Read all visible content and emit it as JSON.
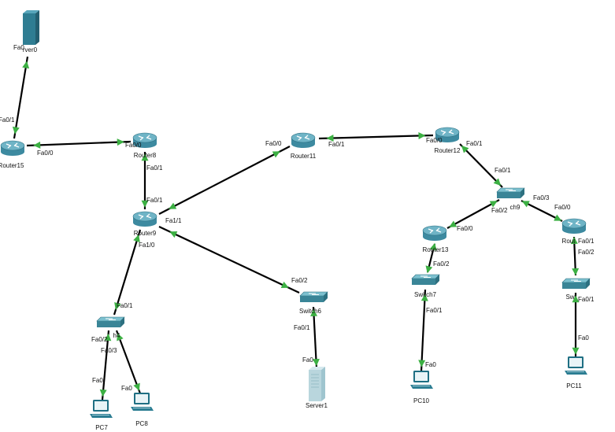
{
  "canvas": {
    "background": "#ffffff"
  },
  "colors": {
    "router_body": "#3d8aa0",
    "router_top": "#6fb4c6",
    "switch_body": "#3a8597",
    "switch_top": "#7cc0cf",
    "server_dark": "#2f7d92",
    "server_light": "#b9d6dd",
    "pc_body": "#1f6f83",
    "link_up": "#3cb043"
  },
  "devices": [
    {
      "id": "router15",
      "name": "Router15",
      "type": "router"
    },
    {
      "id": "router8",
      "name": "Router8",
      "type": "router"
    },
    {
      "id": "router9",
      "name": "Router9",
      "type": "router"
    },
    {
      "id": "router11",
      "name": "Router11",
      "type": "router"
    },
    {
      "id": "router12",
      "name": "Router12",
      "type": "router"
    },
    {
      "id": "router13",
      "name": "Router13",
      "type": "router"
    },
    {
      "id": "router14",
      "name": "Rout",
      "type": "router"
    },
    {
      "id": "switch4",
      "name": "h4",
      "type": "switch"
    },
    {
      "id": "switch6",
      "name": "Switch6",
      "type": "switch"
    },
    {
      "id": "switch7",
      "name": "Switch7",
      "type": "switch"
    },
    {
      "id": "switch9",
      "name": "ch9",
      "type": "switch"
    },
    {
      "id": "switch10",
      "name": "Sw",
      "type": "switch"
    },
    {
      "id": "server0",
      "name": "rver0",
      "type": "server-dark"
    },
    {
      "id": "server1",
      "name": "Server1",
      "type": "server-light"
    },
    {
      "id": "pc7",
      "name": "PC7",
      "type": "pc"
    },
    {
      "id": "pc8",
      "name": "PC8",
      "type": "pc"
    },
    {
      "id": "pc10",
      "name": "PC10",
      "type": "pc"
    },
    {
      "id": "pc11",
      "name": "PC11",
      "type": "pc"
    }
  ],
  "links": [
    {
      "from": "server0",
      "to": "router15",
      "from_port": "Fa0",
      "to_port": "Fa0/1"
    },
    {
      "from": "router15",
      "to": "router8",
      "from_port": "Fa0/0",
      "to_port": "Fa0/0"
    },
    {
      "from": "router8",
      "to": "router9",
      "from_port": "Fa0/1",
      "to_port": "Fa0/1"
    },
    {
      "from": "router9",
      "to": "router11",
      "from_port": "",
      "to_port": "Fa0/0"
    },
    {
      "from": "router11",
      "to": "router12",
      "from_port": "Fa0/1",
      "to_port": "Fa0/0"
    },
    {
      "from": "router12",
      "to": "switch9",
      "from_port": "Fa0/1",
      "to_port": "Fa0/1"
    },
    {
      "from": "switch9",
      "to": "router13",
      "from_port": "Fa0/2",
      "to_port": "Fa0/0"
    },
    {
      "from": "switch9",
      "to": "router14",
      "from_port": "Fa0/3",
      "to_port": "Fa0/0"
    },
    {
      "from": "router13",
      "to": "switch7",
      "from_port": "",
      "to_port": "Fa0/2"
    },
    {
      "from": "switch7",
      "to": "pc10",
      "from_port": "Fa0/1",
      "to_port": "Fa0"
    },
    {
      "from": "router14",
      "to": "switch10",
      "from_port": "Fa0/1",
      "to_port": "Fa0/2"
    },
    {
      "from": "switch10",
      "to": "pc11",
      "from_port": "Fa0/1",
      "to_port": "Fa0"
    },
    {
      "from": "router9",
      "to": "switch6",
      "from_port": "Fa1/1",
      "to_port": "Fa0/2"
    },
    {
      "from": "switch6",
      "to": "server1",
      "from_port": "Fa0/1",
      "to_port": "Fa0"
    },
    {
      "from": "router9",
      "to": "switch4",
      "from_port": "Fa1/0",
      "to_port": "Fa0/1"
    },
    {
      "from": "switch4",
      "to": "pc7",
      "from_port": "Fa0/2",
      "to_port": "Fa0"
    },
    {
      "from": "switch4",
      "to": "pc8",
      "from_port": "Fa0/3",
      "to_port": "Fa0"
    }
  ]
}
